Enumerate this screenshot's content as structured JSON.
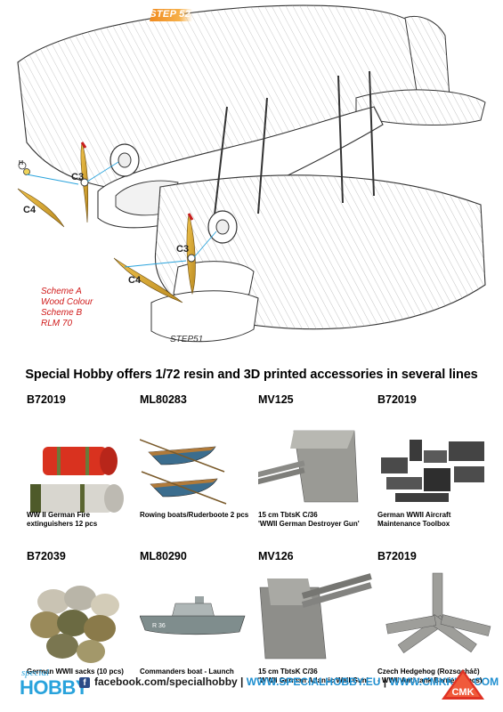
{
  "instructions": {
    "step_top": "STEP 52",
    "step_bottom": "STEP51",
    "callouts": [
      "C3",
      "C4",
      "C3",
      "C4",
      "H"
    ],
    "scheme_lines": [
      "Scheme A",
      "Wood Colour",
      "Scheme B",
      "RLM 70"
    ]
  },
  "headline": "Special Hobby offers 1/72 resin and 3D printed accessories in several lines",
  "products": [
    {
      "code": "B72019",
      "caption": [
        "WW II German Fire",
        "extinguishers 12 pcs"
      ]
    },
    {
      "code": "ML80283",
      "caption": [
        "Rowing boats/Ruderboote 2 pcs"
      ]
    },
    {
      "code": "MV125",
      "caption": [
        "15 cm TbtsK C/36",
        "'WWII German Destroyer Gun'"
      ]
    },
    {
      "code": "B72019",
      "caption": [
        "German WWII Aircraft",
        "Maintenance Toolbox"
      ]
    },
    {
      "code": "B72039",
      "caption": [
        "German WWII sacks (10 pcs)"
      ]
    },
    {
      "code": "ML80290",
      "caption": [
        "Commanders boat - Launch"
      ]
    },
    {
      "code": "MV126",
      "caption": [
        "15 cm TbtsK C/36",
        "'WWII German Atlantic Wall Gun'"
      ]
    },
    {
      "code": "B72019",
      "caption": [
        "Czech Hedgehog (Rozsocháč)",
        "- WWII Anti-tank Barrier (4 pcs)"
      ]
    }
  ],
  "boat_hull_text": "R 36",
  "footer": {
    "logo_top": "special",
    "logo_bottom": "HOBBY",
    "fb_glyph": "f",
    "facebook": "facebook.com/specialhobby",
    "sep1": " | ",
    "site1": "WWW.SPECIALHOBBY.EU",
    "sep2": " | ",
    "site2": "WWW.CMKKITS.COM",
    "cmk_logo": "CMK"
  },
  "colors": {
    "scheme_red": "#d01a1a",
    "accent_blue": "#1f8fd0",
    "step_orange": "#f08a1e",
    "prop_wood": "#d9a63c"
  }
}
